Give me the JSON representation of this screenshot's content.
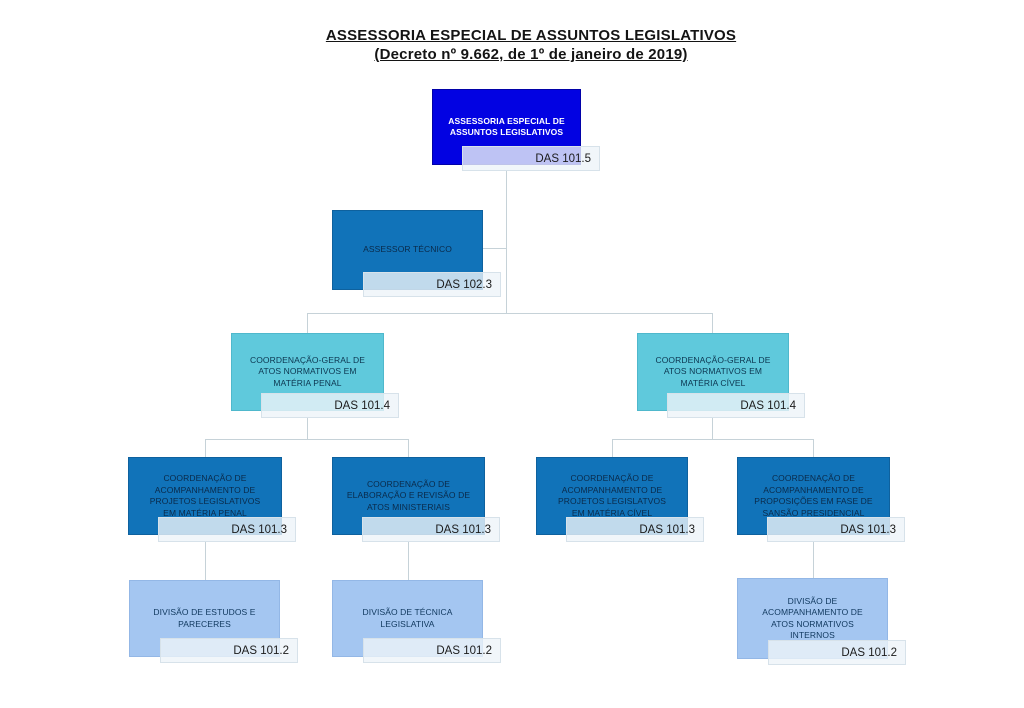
{
  "title": {
    "line1": "ASSESSORIA ESPECIAL DE ASSUNTOS LEGISLATIVOS",
    "line2": "(Decreto nº 9.662, de 1º de janeiro de 2019)"
  },
  "colors": {
    "root_box": "#0202E2",
    "coordination_box": "#1173B9",
    "general_coordination_box": "#5FC9DC",
    "division_box": "#A4C6F1",
    "das_badge_bg": "#EEF4F9",
    "connector_line": "#C6D2D8"
  },
  "nodes": {
    "root": {
      "label": "ASSESSORIA ESPECIAL DE\nASSUNTOS LEGISLATIVOS",
      "das": "DAS 101.5"
    },
    "assessor": {
      "label": "ASSESSOR TÉCNICO",
      "das": "DAS 102.3"
    },
    "cg_penal": {
      "label": "COORDENAÇÃO-GERAL DE\nATOS NORMATIVOS EM\nMATÉRIA PENAL",
      "das": "DAS 101.4"
    },
    "cg_civel": {
      "label": "COORDENAÇÃO-GERAL DE\nATOS NORMATIVOS EM\nMATÉRIA CÍVEL",
      "das": "DAS 101.4"
    },
    "coord_projetos_penal": {
      "label": "COORDENAÇÃO DE\nACOMPANHAMENTO DE\nPROJETOS LEGISLATIVOS\nEM MATÉRIA PENAL",
      "das": "DAS 101.3"
    },
    "coord_elaboracao": {
      "label": "COORDENAÇÃO DE\nELABORAÇÃO E REVISÃO DE\nATOS MINISTERIAIS",
      "das": "DAS 101.3"
    },
    "coord_projetos_civel": {
      "label": "COORDENAÇÃO DE\nACOMPANHAMENTO DE\nPROJETOS LEGISLATVOS\nEM MATÉRIA CÍVEL",
      "das": "DAS 101.3"
    },
    "coord_proposicoes": {
      "label": "COORDENAÇÃO DE\nACOMPANHAMENTO DE\nPROPOSIÇÕES EM FASE DE\nSANSÃO PRESIDENCIAL",
      "das": "DAS 101.3"
    },
    "div_estudos": {
      "label": "DIVISÃO DE ESTUDOS E\nPARECERES",
      "das": "DAS 101.2"
    },
    "div_tecnica": {
      "label": "DIVISÃO DE TÉCNICA\nLEGISLATIVA",
      "das": "DAS 101.2"
    },
    "div_atos": {
      "label": "DIVISÃO DE\nACOMPANHAMENTO DE\nATOS NORMATIVOS\nINTERNOS",
      "das": "DAS 101.2"
    }
  }
}
